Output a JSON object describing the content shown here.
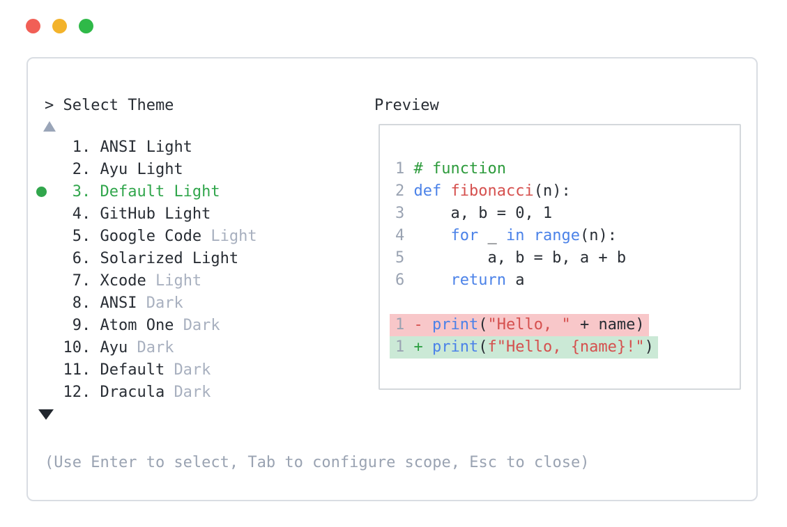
{
  "window": {
    "traffic_lights": [
      {
        "name": "close",
        "color": "#f15f56"
      },
      {
        "name": "minimize",
        "color": "#f3b32b"
      },
      {
        "name": "zoom",
        "color": "#2fb948"
      }
    ],
    "header_label": "> Select Theme",
    "preview_label": "Preview",
    "hint_text": "(Use Enter to select, Tab to configure scope, Esc to close)"
  },
  "theme_list": {
    "selected_number": 3,
    "items": [
      {
        "number": 1,
        "name": "ANSI",
        "variant": "Light",
        "variant_dimmed": false,
        "selected": false
      },
      {
        "number": 2,
        "name": "Ayu",
        "variant": "Light",
        "variant_dimmed": false,
        "selected": false
      },
      {
        "number": 3,
        "name": "Default",
        "variant": "Light",
        "variant_dimmed": false,
        "selected": true
      },
      {
        "number": 4,
        "name": "GitHub",
        "variant": "Light",
        "variant_dimmed": false,
        "selected": false
      },
      {
        "number": 5,
        "name": "Google Code",
        "variant": "Light",
        "variant_dimmed": true,
        "selected": false
      },
      {
        "number": 6,
        "name": "Solarized",
        "variant": "Light",
        "variant_dimmed": false,
        "selected": false
      },
      {
        "number": 7,
        "name": "Xcode",
        "variant": "Light",
        "variant_dimmed": true,
        "selected": false
      },
      {
        "number": 8,
        "name": "ANSI",
        "variant": "Dark",
        "variant_dimmed": true,
        "selected": false
      },
      {
        "number": 9,
        "name": "Atom One",
        "variant": "Dark",
        "variant_dimmed": true,
        "selected": false
      },
      {
        "number": 10,
        "name": "Ayu",
        "variant": "Dark",
        "variant_dimmed": true,
        "selected": false
      },
      {
        "number": 11,
        "name": "Default",
        "variant": "Dark",
        "variant_dimmed": true,
        "selected": false
      },
      {
        "number": 12,
        "name": "Dracula",
        "variant": "Dark",
        "variant_dimmed": true,
        "selected": false
      }
    ]
  },
  "preview": {
    "code_lines": [
      {
        "number": "1",
        "segments": [
          [
            "# function",
            "comment"
          ]
        ]
      },
      {
        "number": "2",
        "segments": [
          [
            "def",
            "keyword"
          ],
          [
            " ",
            "plain"
          ],
          [
            "fibonacci",
            "function"
          ],
          [
            "(n):",
            "plain"
          ]
        ]
      },
      {
        "number": "3",
        "segments": [
          [
            "    a, b = 0, 1",
            "plain"
          ]
        ]
      },
      {
        "number": "4",
        "segments": [
          [
            "    ",
            "plain"
          ],
          [
            "for",
            "keyword"
          ],
          [
            " _ ",
            "plain"
          ],
          [
            "in",
            "keyword"
          ],
          [
            " ",
            "plain"
          ],
          [
            "range",
            "keyword"
          ],
          [
            "(n):",
            "plain"
          ]
        ]
      },
      {
        "number": "5",
        "segments": [
          [
            "        a, b = b, a + b",
            "plain"
          ]
        ]
      },
      {
        "number": "6",
        "segments": [
          [
            "    ",
            "plain"
          ],
          [
            "return",
            "keyword"
          ],
          [
            " a",
            "plain"
          ]
        ]
      }
    ],
    "diff_lines": [
      {
        "number": "1",
        "sign": "-",
        "type": "removed",
        "segments": [
          [
            "print",
            "keyword"
          ],
          [
            "(",
            "plain"
          ],
          [
            "\"Hello, \"",
            "string"
          ],
          [
            " + name)",
            "plain"
          ]
        ]
      },
      {
        "number": "1",
        "sign": "+",
        "type": "added",
        "segments": [
          [
            "print",
            "keyword"
          ],
          [
            "(",
            "plain"
          ],
          [
            "f\"Hello, {name}!\"",
            "string"
          ],
          [
            ")",
            "plain"
          ]
        ]
      }
    ]
  },
  "colors": {
    "plain": "#282d34",
    "comment": "#2d9b3c",
    "keyword": "#4b82e8",
    "function": "#d5504e",
    "string": "#d5504e",
    "line_number": "#9aa3b2",
    "dim": "#a8b0bf",
    "selected_green": "#31a64c",
    "removed_bg": "#f8c7c9",
    "added_bg": "#cbe9d6",
    "minus": "#d5504e",
    "plus": "#2ea043",
    "hint": "#9aa3b2",
    "window_border": "#d9dde3",
    "preview_border": "#d4d8dc",
    "scroll_up": "#9aa5b8",
    "scroll_down": "#22272e"
  }
}
